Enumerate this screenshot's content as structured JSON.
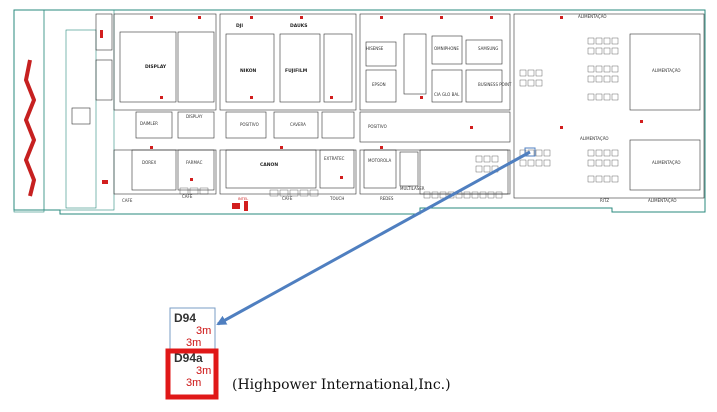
{
  "floorplan": {
    "halls": {
      "a": [
        "DISPLAY",
        "NIKON",
        "FUJIFILM",
        "DAIMLER",
        "CANON",
        "POSITIVO",
        "CAVERA",
        "DOREX"
      ],
      "b": [
        "DJI",
        "DAUKS",
        "HISENSE",
        "OMNIPHONE",
        "EPSON",
        "CIA GLO BAL",
        "SAMSUNG",
        "POSITIVO",
        "EXTRATEC",
        "MOTOROLA",
        "BUSINESS POINT"
      ],
      "c": [
        "DISPLAY",
        "FARMAC",
        "ALIMENTAÇÃO",
        "ALIMENTAÇÃO",
        "ALIMENTAÇÃO",
        "ALIMENTAÇÃO"
      ],
      "bottom": [
        "CAFE",
        "CAFE",
        "INTEL",
        "CAFE",
        "TOUCH",
        "REDES",
        "MULTILASER",
        "RITZ",
        "ALIMENTAÇÃO"
      ]
    }
  },
  "detail": {
    "booths": [
      {
        "code": "D94",
        "sizes": [
          "3m",
          "3m"
        ]
      },
      {
        "code": "D94a",
        "sizes": [
          "3m",
          "3m"
        ]
      }
    ]
  },
  "company_name": "(Highpower International,Inc.)",
  "colors": {
    "arrow": "#4f7fc0",
    "highlight": "#e01818",
    "wall": "#2a8a7e",
    "booth_marker": "#d21e1e"
  }
}
